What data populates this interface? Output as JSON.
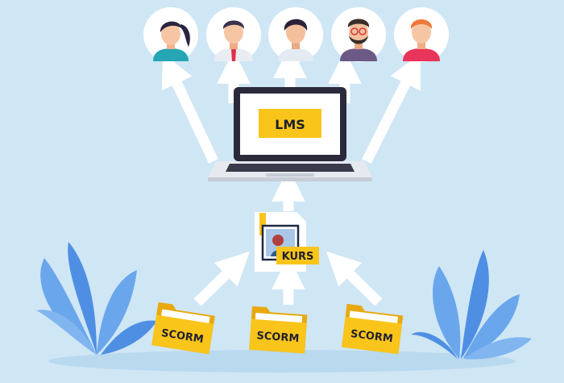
{
  "laptop": {
    "label": "LMS"
  },
  "course": {
    "label": "KURS"
  },
  "folders": [
    {
      "label": "SCORM"
    },
    {
      "label": "SCORM"
    },
    {
      "label": "SCORM"
    }
  ],
  "learners": [
    {
      "name": "learner-woman-ponytail"
    },
    {
      "name": "learner-man-tie"
    },
    {
      "name": "learner-man-dark-hair"
    },
    {
      "name": "learner-man-beard-glasses"
    },
    {
      "name": "learner-woman-redhead"
    }
  ],
  "colors": {
    "background": "#cfe6f5",
    "yellow": "#f9c51b",
    "leaf": "#5b9be8",
    "arrow": "#ffffff"
  }
}
